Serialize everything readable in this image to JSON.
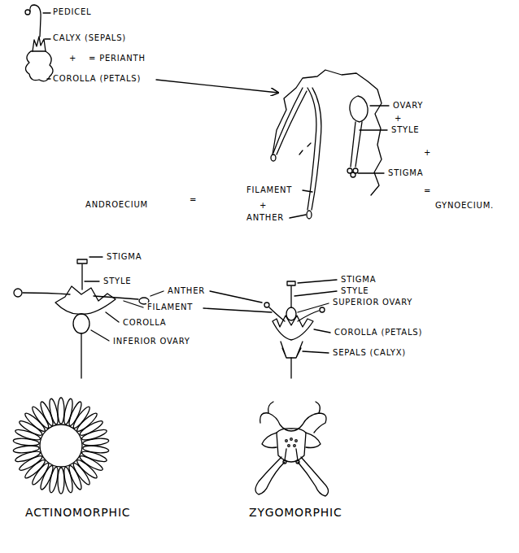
{
  "diagram": {
    "labels": [
      "PEDICEL",
      "CALYX (SEPALS)",
      "+",
      "= PERIANTH",
      "COROLLA (PETALS)",
      "OVARY",
      "+",
      "STYLE",
      "+",
      "STIGMA",
      "=",
      "GYNOECIUM.",
      "FILAMENT",
      "ANDROECIUM",
      "=",
      "+",
      "ANTHER",
      "STIGMA",
      "STYLE",
      "ANTHER",
      "FILAMENT",
      "COROLLA",
      "INFERIOR OVARY",
      "STIGMA",
      "STYLE",
      "SUPERIOR OVARY",
      "COROLLA (PETALS)",
      "SEPALS (CALYX)",
      "ACTINOMORPHIC",
      "ZYGOMORPHIC"
    ]
  }
}
